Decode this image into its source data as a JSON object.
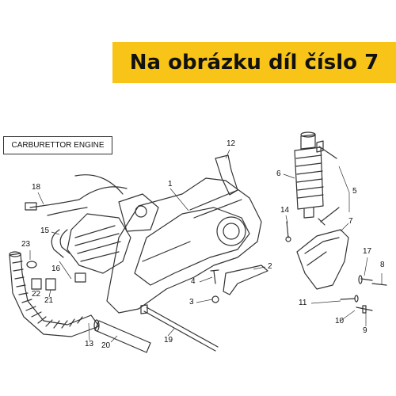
{
  "banner": {
    "text": "Na obrázku díl číslo 7",
    "color": "#f7c417"
  },
  "diagram": {
    "variant_label": "CARBURETTOR ENGINE",
    "callouts": [
      {
        "id": "c1",
        "label": "1"
      },
      {
        "id": "c2",
        "label": "2"
      },
      {
        "id": "c3",
        "label": "3"
      },
      {
        "id": "c4",
        "label": "4"
      },
      {
        "id": "c5",
        "label": "5"
      },
      {
        "id": "c6",
        "label": "6"
      },
      {
        "id": "c7",
        "label": "7"
      },
      {
        "id": "c8",
        "label": "8"
      },
      {
        "id": "c9",
        "label": "9"
      },
      {
        "id": "c10",
        "label": "10"
      },
      {
        "id": "c11",
        "label": "11"
      },
      {
        "id": "c12",
        "label": "12"
      },
      {
        "id": "c13",
        "label": "13"
      },
      {
        "id": "c14",
        "label": "14"
      },
      {
        "id": "c15",
        "label": "15"
      },
      {
        "id": "c16",
        "label": "16"
      },
      {
        "id": "c17",
        "label": "17"
      },
      {
        "id": "c18",
        "label": "18"
      },
      {
        "id": "c19",
        "label": "19"
      },
      {
        "id": "c20",
        "label": "20"
      },
      {
        "id": "c21",
        "label": "21"
      },
      {
        "id": "c22",
        "label": "22"
      },
      {
        "id": "c23",
        "label": "23"
      }
    ]
  }
}
